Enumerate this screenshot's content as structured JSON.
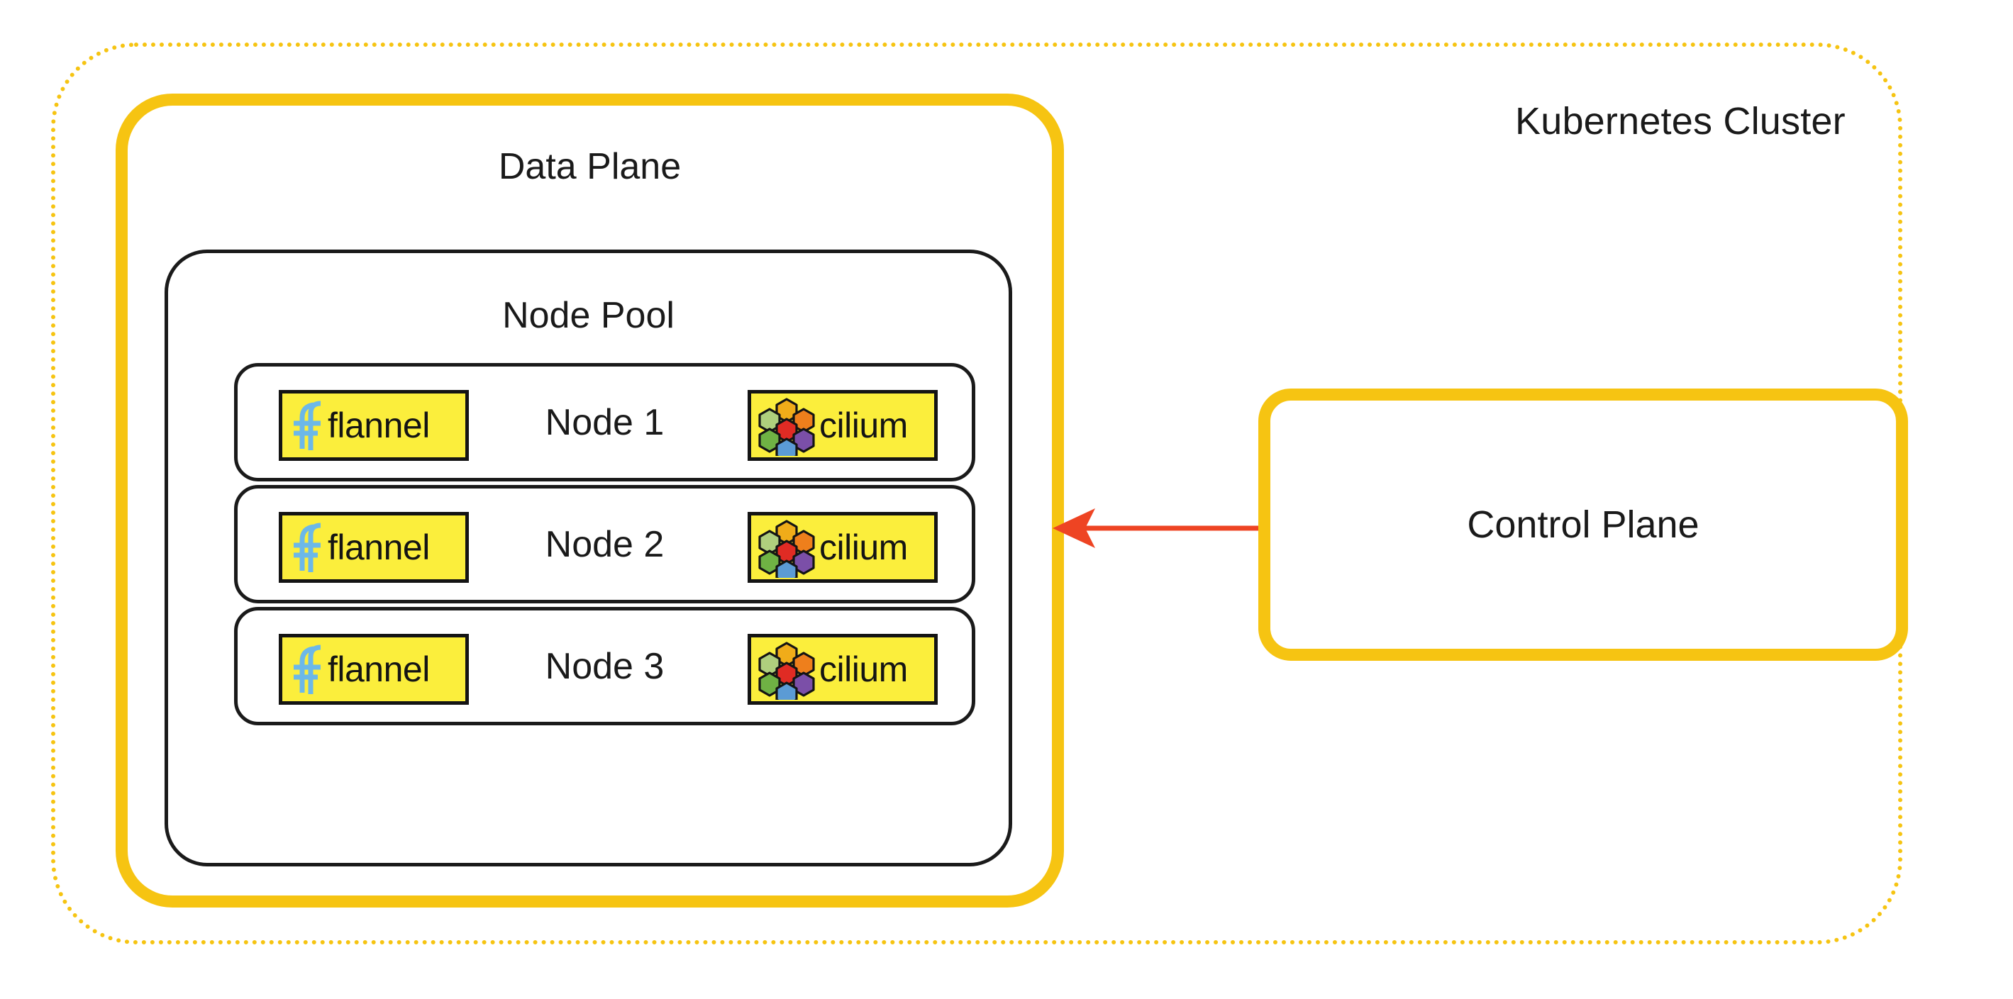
{
  "cluster": {
    "label": "Kubernetes Cluster",
    "border_color": "#F6C412",
    "border_style": "dotted"
  },
  "data_plane": {
    "label": "Data Plane",
    "border_color": "#F6C412"
  },
  "node_pool": {
    "label": "Node Pool",
    "border_color": "#1a1a1a"
  },
  "nodes": [
    {
      "label": "Node 1",
      "left_plugin": "flannel",
      "right_plugin": "cilium"
    },
    {
      "label": "Node 2",
      "left_plugin": "flannel",
      "right_plugin": "cilium"
    },
    {
      "label": "Node 3",
      "left_plugin": "flannel",
      "right_plugin": "cilium"
    }
  ],
  "control_plane": {
    "label": "Control Plane",
    "border_color": "#F6C412"
  },
  "arrow": {
    "color": "#EE4423",
    "direction": "right-to-left",
    "from": "Control Plane",
    "to": "Data Plane"
  },
  "logos": {
    "flannel": {
      "name": "flannel",
      "background": "#FBEE3C",
      "mark_color": "#6CB8E8",
      "text_color": "#141414"
    },
    "cilium": {
      "name": "cilium",
      "background": "#FBEE3C",
      "text_color": "#141414",
      "hex_colors": {
        "center": "#E02B24",
        "top": "#F0AC19",
        "upper_right": "#EE7F1C",
        "lower_right": "#7B4FA8",
        "bottom": "#5B9BD5",
        "lower_left": "#6FB244",
        "upper_left": "#AFCF7D"
      }
    }
  }
}
